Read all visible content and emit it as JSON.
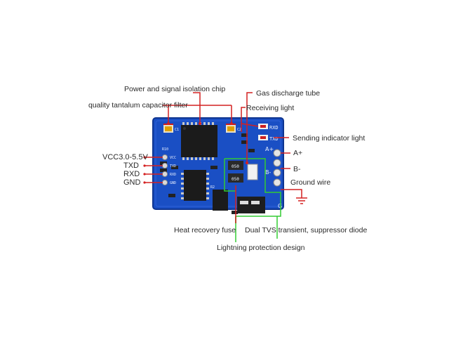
{
  "labels": {
    "power_isolation_chip": "Power and signal isolation chip",
    "gas_discharge_tube": "Gas discharge tube",
    "tantalum_capacitor": "quality tantalum capacitor filter",
    "receiving_light": "Receiving light",
    "sending_light": "Sending indicator light",
    "a_plus": "A+",
    "b_minus": "B-",
    "ground_wire": "Ground wire",
    "heat_fuse": "Heat recovery fuse",
    "dual_tvs": "Dual TVS transient, suppressor diode",
    "lightning": "Lightning protection design"
  },
  "pins": [
    "VCC3.0-5.5V",
    "TXD",
    "RXD",
    "GND"
  ],
  "board_silkscreen": {
    "rxd_led": "RXD",
    "txd_led": "TXD",
    "term_a": "A+",
    "term_b": "B-",
    "term_g": "G",
    "fuse_1": "050",
    "fuse_2": "050",
    "c1": "C1",
    "c2": "C2",
    "r10": "R10",
    "r2": "R2",
    "pins_left": [
      "VCC",
      "TXD",
      "RXD",
      "GND"
    ]
  },
  "colors": {
    "board": "#1a4fc4",
    "board_edge": "#0f3590",
    "leader_red": "#d42020",
    "leader_green": "#33cc33",
    "chip": "#1b1b1b",
    "tantalum": "#e0a000"
  }
}
